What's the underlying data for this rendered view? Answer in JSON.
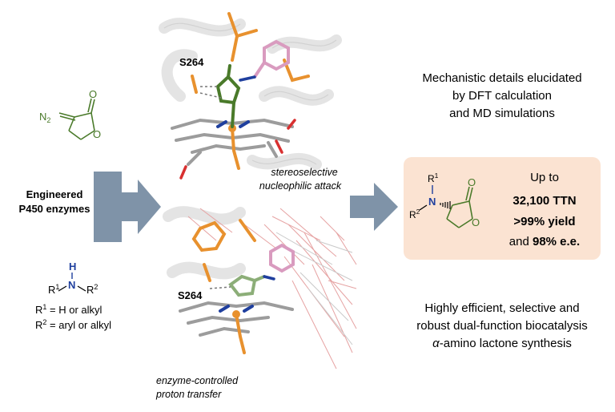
{
  "reactants": {
    "diazo_n2": "N",
    "diazo_n2_sub": "2",
    "diazo_o_carbonyl": "O",
    "diazo_o_ring": "O",
    "amine_h": "H",
    "amine_n": "N",
    "amine_r1": "R",
    "amine_r1_sup": "1",
    "amine_r2": "R",
    "amine_r2_sup": "2",
    "def_r1_prefix": "R",
    "def_r1_sup": "1",
    "def_r1_text": " = H or alkyl",
    "def_r2_prefix": "R",
    "def_r2_sup": "2",
    "def_r2_text": " = aryl or alkyl"
  },
  "catalyst": {
    "line1": "Engineered",
    "line2": "P450 enzymes"
  },
  "structures": {
    "top_residue": "S264",
    "bottom_residue": "S264",
    "top_caption_line1": "stereoselective",
    "top_caption_line2": "nucleophilic attack",
    "bottom_caption_line1": "enzyme-controlled",
    "bottom_caption_line2": "proton transfer"
  },
  "mechanism": {
    "line1": "Mechanistic details elucidated",
    "line2": "by DFT calculation",
    "line3": "and MD simulations"
  },
  "product_box": {
    "r1": "R",
    "r1_sup": "1",
    "r2": "R",
    "r2_sup": "2",
    "n": "N",
    "o_carbonyl": "O",
    "o_ring": "O",
    "up_to": "Up to",
    "ttn": "32,100 TTN",
    "yield": ">99% yield",
    "ee_prefix": "and ",
    "ee": "98% e.e.",
    "background_color": "#fbe3d2"
  },
  "summary": {
    "line1": "Highly efficient, selective and",
    "line2": "robust dual-function biocatalysis",
    "line3_alpha": "α",
    "line3_rest": "-amino lactone synthesis"
  },
  "colors": {
    "arrow": "#7f93a8",
    "green_bond": "#4a7a2a",
    "blue_atom": "#1f3f9e",
    "orange_stick": "#e8912e",
    "pink_stick": "#d99bbf",
    "red_atom": "#d83030"
  }
}
